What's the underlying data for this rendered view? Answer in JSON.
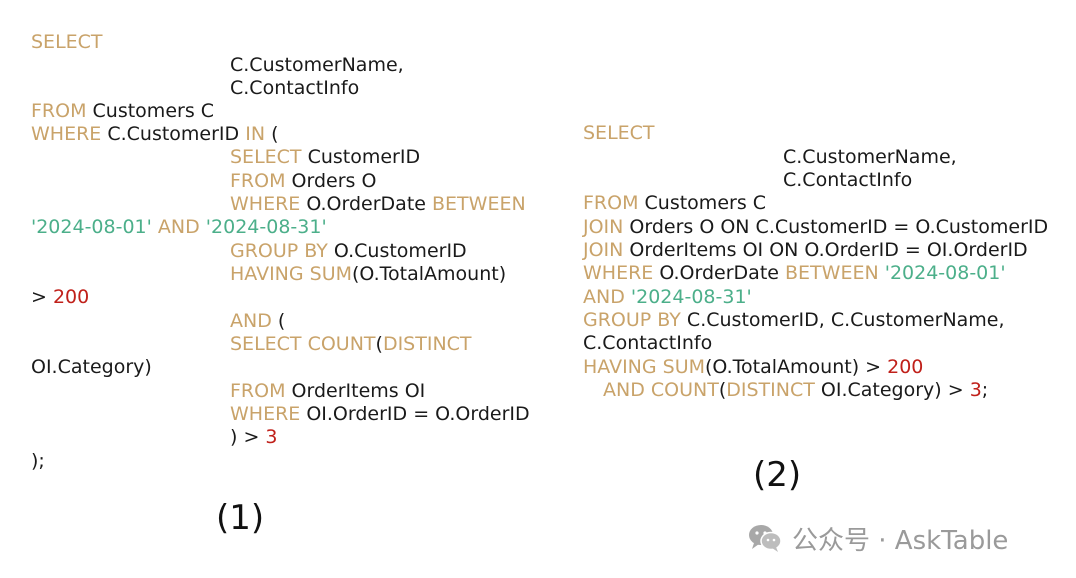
{
  "left_query": {
    "l01": {
      "kw1": "SELECT"
    },
    "l02": {
      "text": "C.CustomerName,"
    },
    "l03": {
      "text": "C.ContactInfo"
    },
    "l04": {
      "kw1": "FROM",
      "text": " Customers C"
    },
    "l05": {
      "kw1": "WHERE",
      "t1": " C.CustomerID ",
      "kw2": "IN",
      "t2": " ("
    },
    "l06": {
      "kw1": "SELECT",
      "text": " CustomerID"
    },
    "l07": {
      "kw1": "FROM",
      "text": " Orders O"
    },
    "l08": {
      "kw1": "WHERE",
      "t1": " O.OrderDate ",
      "kw2": "BETWEEN"
    },
    "l09": {
      "s1": "'2024-08-01'",
      "kw1": " AND ",
      "s2": "'2024-08-31'"
    },
    "l10": {
      "kw1": "GROUP BY",
      "text": " O.CustomerID"
    },
    "l11": {
      "kw1": "HAVING SUM",
      "text": "(O.TotalAmount)"
    },
    "l12": {
      "t1": "> ",
      "n1": "200"
    },
    "l13": {
      "kw1": "AND",
      "text": " ("
    },
    "l14": {
      "kw1": "SELECT COUNT",
      "t1": "(",
      "kw2": "DISTINCT"
    },
    "l15": {
      "text": "OI.Category)"
    },
    "l16": {
      "kw1": "FROM",
      "text": " OrderItems OI"
    },
    "l17": {
      "kw1": "WHERE",
      "text": " OI.OrderID = O.OrderID"
    },
    "l18": {
      "t1": ") > ",
      "n1": "3"
    },
    "l19": {
      "text": ");"
    }
  },
  "right_query": {
    "r01": {
      "kw1": "SELECT"
    },
    "r02": {
      "text": "C.CustomerName,"
    },
    "r03": {
      "text": "C.ContactInfo"
    },
    "r04": {
      "kw1": "FROM",
      "text": " Customers C"
    },
    "r05": {
      "kw1": "JOIN",
      "text": " Orders O ON C.CustomerID = O.CustomerID"
    },
    "r06": {
      "kw1": "JOIN",
      "text": " OrderItems OI ON O.OrderID = OI.OrderID"
    },
    "r07": {
      "kw1": "WHERE",
      "t1": " O.OrderDate ",
      "kw2": "BETWEEN",
      "t2": " ",
      "s1": "'2024-08-01'"
    },
    "r08": {
      "kw1": "AND",
      "t1": " ",
      "s1": "'2024-08-31'"
    },
    "r09": {
      "kw1": "GROUP BY",
      "text": " C.CustomerID, C.CustomerName,"
    },
    "r10": {
      "text": "C.ContactInfo"
    },
    "r11": {
      "kw1": "HAVING SUM",
      "t1": "(O.TotalAmount) > ",
      "n1": "200"
    },
    "r12": {
      "kw1": "AND COUNT",
      "t1": "(",
      "kw2": "DISTINCT",
      "t2": " OI.Category) > ",
      "n1": "3",
      "t3": ";"
    }
  },
  "labels": {
    "left": "(1)",
    "right": "(2)"
  },
  "watermark": {
    "text": "公众号 · AskTable",
    "icon": "wechat-icon"
  },
  "colors": {
    "keyword": "#c9a36a",
    "string": "#4caf8a",
    "number": "#c0201a",
    "text": "#1a1a1a"
  }
}
